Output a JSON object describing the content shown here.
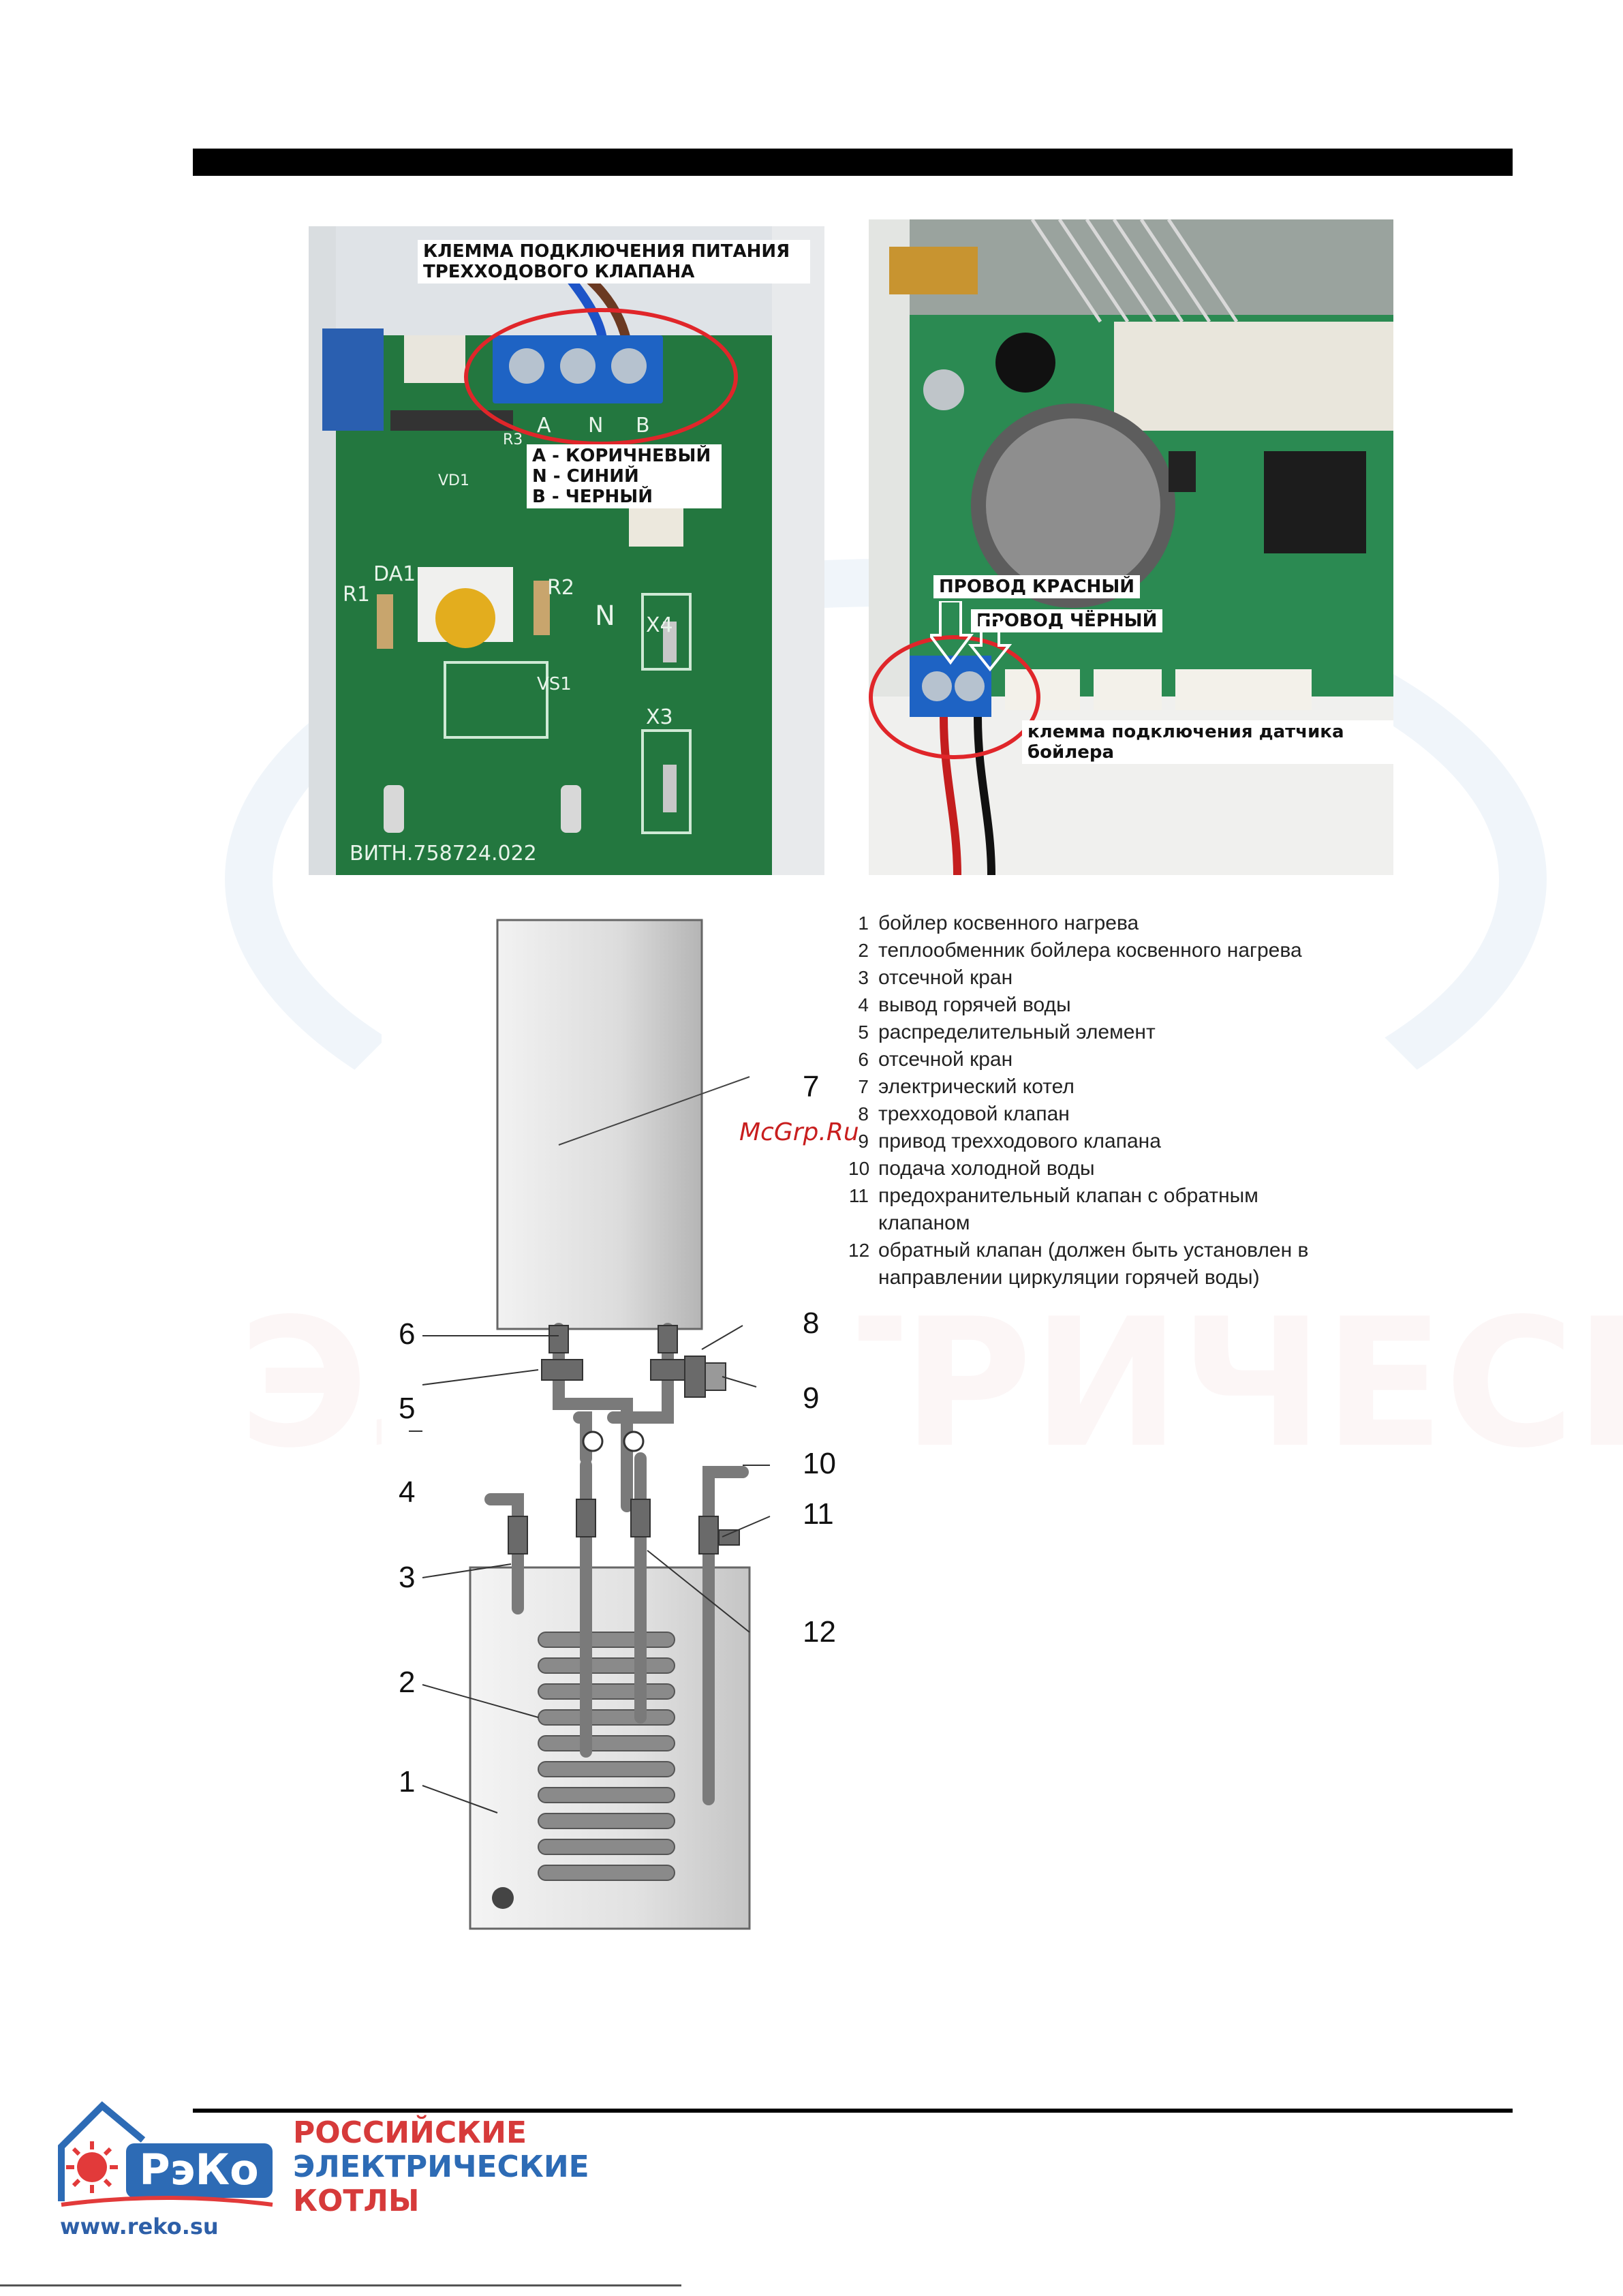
{
  "photo_left": {
    "callout_title": "КЛЕММА ПОДКЛЮЧЕНИЯ ПИТАНИЯ ТРЕХХОДОВОГО КЛАПАНА",
    "terminal_letters": [
      "A",
      "N",
      "B"
    ],
    "wire_legend": [
      "A - КОРИЧНЕВЫЙ",
      "N - СИНИЙ",
      "B - ЧЕРНЫЙ"
    ],
    "board_marks": [
      "R1",
      "DA1",
      "R2",
      "X4",
      "N",
      "VS1",
      "X3",
      "ВИТН.758724.022",
      "VD1",
      "R3"
    ]
  },
  "photo_right": {
    "wire_red": "ПРОВОД КРАСНЫЙ",
    "wire_black": "ПРОВОД ЧЁРНЫЙ",
    "sensor_terminal": "клемма подключения датчика бойлера"
  },
  "diagram": {
    "callouts": [
      "1",
      "2",
      "3",
      "4",
      "5",
      "6",
      "7",
      "8",
      "9",
      "10",
      "11",
      "12"
    ],
    "legend": [
      {
        "num": "1",
        "text": "бойлер косвенного нагрева"
      },
      {
        "num": "2",
        "text": "теплообменник бойлера косвенного нагрева"
      },
      {
        "num": "3",
        "text": "отсечной кран"
      },
      {
        "num": "4",
        "text": "вывод горячей воды"
      },
      {
        "num": "5",
        "text": "распределительный элемент"
      },
      {
        "num": "6",
        "text": "отсечной кран"
      },
      {
        "num": "7",
        "text": "электрический котел"
      },
      {
        "num": "8",
        "text": "трехходовой клапан"
      },
      {
        "num": "9",
        "text": "привод трехходового клапана"
      },
      {
        "num": "10",
        "text": "подача холодной воды"
      },
      {
        "num": "11",
        "text": "предохранительный клапан с обратным клапаном"
      },
      {
        "num": "12",
        "text": "обратный клапан (должен быть установлен в направлении циркуляции горячей воды)"
      }
    ],
    "watermark_text": "McGrp.Ru"
  },
  "footer": {
    "logo_text": "РэКо",
    "brand_lines": [
      "РОССИЙСКИЕ",
      "ЭЛЕКТРИЧЕСКИЕ",
      "КОТЛЫ"
    ],
    "website": "www.reko.su"
  },
  "colors": {
    "accent_red": "#d63a3a",
    "accent_blue": "#2d6bb5",
    "pcb_green": "#1f6e3c",
    "callout_ring": "#e0262a"
  }
}
